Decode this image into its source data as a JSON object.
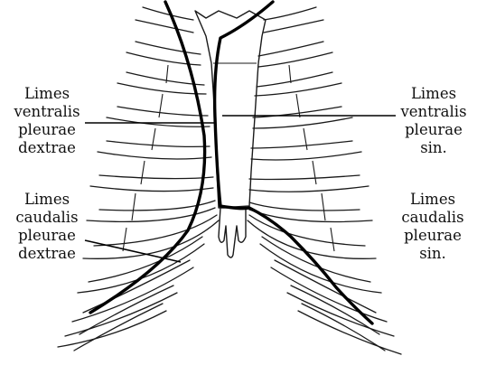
{
  "labels": {
    "ventral_dextra": [
      "Limes",
      "ventralis",
      "pleurae",
      "dextrae"
    ],
    "ventral_sinistra": [
      "Limes",
      "ventralis",
      "pleurae",
      "sin."
    ],
    "caudal_dextra": [
      "Limes",
      "caudalis",
      "pleurae",
      "dextrae"
    ],
    "caudal_sinistra": [
      "Limes",
      "caudalis",
      "pleurae",
      "sin."
    ]
  }
}
